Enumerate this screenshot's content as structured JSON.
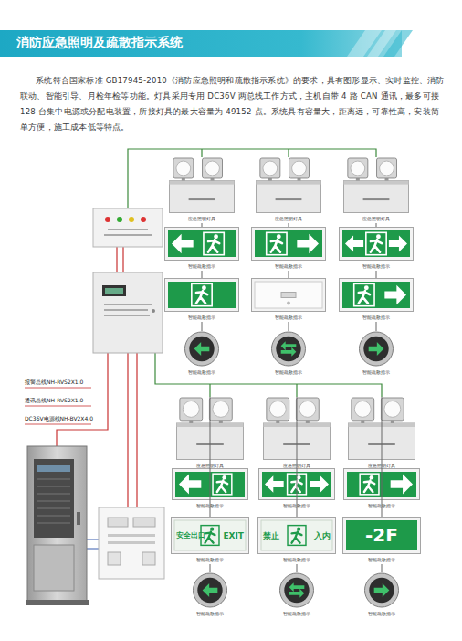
{
  "diagram": {
    "title": "消防应急照明及疏散指示系统",
    "nodes": [
      {
        "text": [
          "应急照明灯具"
        ]
      },
      {
        "text": [
          "应急照明灯具"
        ]
      },
      {
        "text": [
          "应急照明灯具"
        ]
      },
      {
        "text": [
          "智能疏散指示"
        ]
      },
      {
        "text": [
          "智能疏散指示"
        ]
      },
      {
        "text": [
          "智能疏散指示"
        ]
      },
      {
        "text": [
          "智能疏散指示"
        ]
      },
      {
        "text": [
          "智能疏散指示"
        ]
      },
      {
        "text": [
          "智能疏散指示"
        ]
      },
      {
        "text": [
          "智能疏散指示"
        ]
      },
      {
        "text": [
          "智能疏散指示"
        ]
      },
      {
        "text": [
          "智能疏散指示"
        ]
      },
      {
        "text": [
          "应急照明灯具"
        ]
      },
      {
        "text": [
          "应急照明灯具"
        ]
      },
      {
        "text": [
          "应急照明灯具"
        ]
      },
      {
        "text": [
          "智能疏散指示"
        ]
      },
      {
        "text": [
          "智能疏散指示"
        ]
      },
      {
        "text": [
          "智能疏散指示"
        ]
      },
      {
        "text": [
          "安全出口",
          "EXIT",
          "智能疏散指示"
        ]
      },
      {
        "text": [
          "禁止",
          "入内",
          "智能疏散指示"
        ]
      },
      {
        "text": [
          "-2F",
          "智能疏散指示"
        ]
      },
      {
        "text": [
          "智能疏散指示"
        ]
      },
      {
        "text": [
          "智能疏散指示"
        ]
      },
      {
        "text": [
          "智能疏散指示"
        ]
      }
    ],
    "edges": [
      {
        "from": 0,
        "to": 3,
        "arrow": "none"
      },
      {
        "from": 3,
        "to": 6,
        "arrow": "none"
      },
      {
        "from": 6,
        "to": 9,
        "arrow": "none"
      },
      {
        "from": 1,
        "to": 4,
        "arrow": "none"
      },
      {
        "from": 4,
        "to": 7,
        "arrow": "none"
      },
      {
        "from": 7,
        "to": 10,
        "arrow": "none"
      },
      {
        "from": 2,
        "to": 5,
        "arrow": "none"
      },
      {
        "from": 5,
        "to": 8,
        "arrow": "none"
      },
      {
        "from": 8,
        "to": 11,
        "arrow": "none"
      },
      {
        "from": 12,
        "to": 15,
        "arrow": "none"
      },
      {
        "from": 15,
        "to": 18,
        "arrow": "none"
      },
      {
        "from": 18,
        "to": 21,
        "arrow": "none"
      },
      {
        "from": 13,
        "to": 16,
        "arrow": "none"
      },
      {
        "from": 16,
        "to": 19,
        "arrow": "none"
      },
      {
        "from": 19,
        "to": 22,
        "arrow": "none"
      },
      {
        "from": 14,
        "to": 17,
        "arrow": "none"
      },
      {
        "from": 17,
        "to": 20,
        "arrow": "none"
      },
      {
        "from": 20,
        "to": 23,
        "arrow": "none"
      }
    ],
    "labels": [
      "系统符合国家标准 GB17945-2010《消防应急照明和疏散指示系统》的要求，具有图形显示、实时监控、消防联动、智能引导、月检年检等功能。灯具采用专用 DC36V 两总线工作方式，主机自带 4 路 CAN 通讯，最多可接 128 台集中电源或分配电装置，所接灯具的最大容量为 49152 点。系统具有容量大，距离远，可靠性高，安装简单方便，施工成本低等特点。",
      "报警总线NH-RVS2X1.0",
      "通讯总线NH-RVS2X1.0",
      "DC36V电源线NH-BV2X4.0"
    ]
  }
}
